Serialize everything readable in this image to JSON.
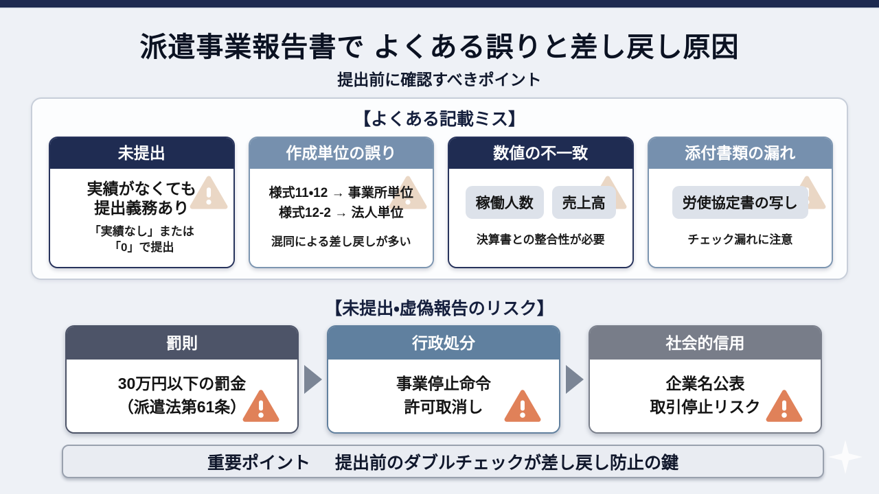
{
  "page": {
    "title": "派遣事業報告書で よくある誤りと差し戻し原因",
    "subtitle": "提出前に確認すべきポイント"
  },
  "mistakes": {
    "heading": "【よくある記載ミス】",
    "cards": [
      {
        "title": "未提出",
        "main_line1": "実績がなくても",
        "main_line2": "提出義務あり",
        "sub_line1": "「実績なし」または",
        "sub_line2": "「0」で提出"
      },
      {
        "title": "作成単位の誤り",
        "main_line1": "様式11・12 → 事業所単位",
        "main_line2": "様式12-2 → 法人単位",
        "sub_line1": "混同による差し戻しが多い"
      },
      {
        "title": "数値の不一致",
        "chips": [
          "稼働人数",
          "売上高"
        ],
        "sub_line1": "決算書との整合性が必要"
      },
      {
        "title": "添付書類の漏れ",
        "chips": [
          "労使協定書の写し"
        ],
        "sub_line1": "チェック漏れに注意"
      }
    ]
  },
  "risks": {
    "heading": "【未提出・虚偽報告のリスク】",
    "cards": [
      {
        "title": "罰則",
        "line1": "30万円以下の罰金",
        "line2": "（派遣法第61条）"
      },
      {
        "title": "行政処分",
        "line1": "事業停止命令",
        "line2": "許可取消し"
      },
      {
        "title": "社会的信用",
        "line1": "企業名公表",
        "line2": "取引停止リスク"
      }
    ]
  },
  "footer": {
    "label": "重要ポイント",
    "text": "提出前のダブルチェックが差し戻し防止の鍵"
  },
  "colors": {
    "top_bar": "#1d2a50",
    "background": "#eef1f6",
    "navy_header": "#1f2c52",
    "bluegray_header": "#7690ae",
    "penalty_header": "#4d5468",
    "admin_header": "#60809f",
    "social_header": "#787d89",
    "chip_bg": "#dde2ea",
    "warning_faint": "#e9d5c2",
    "warning_strong": "#e08159",
    "arrow_gray": "#7b8595"
  }
}
